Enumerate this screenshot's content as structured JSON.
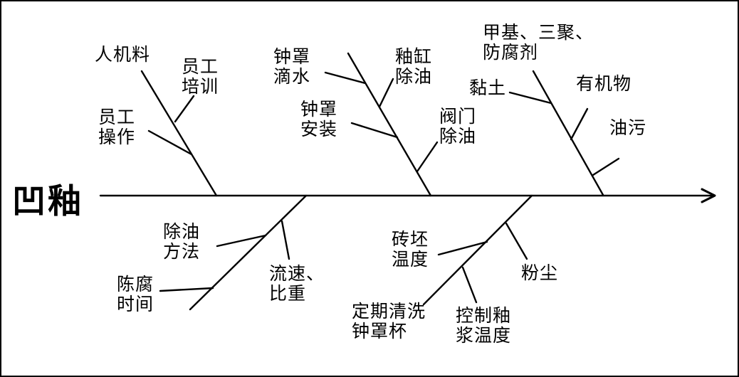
{
  "diagram": {
    "type": "fishbone",
    "problem": "凹釉",
    "spine_direction": "left-to-right",
    "branches": [
      {
        "category": "人机料",
        "side": "top",
        "causes": [
          "员工培训",
          "员工操作"
        ]
      },
      {
        "category": "",
        "side": "top",
        "causes": [
          "钟罩滴水",
          "釉缸除油",
          "钟罩安装",
          "阀门除油"
        ]
      },
      {
        "category": "甲基、三聚、防腐剂",
        "side": "top",
        "causes": [
          "黏土",
          "有机物",
          "油污"
        ]
      },
      {
        "category": "",
        "side": "bottom",
        "causes": [
          "除油方法",
          "陈腐时间",
          "流速、比重"
        ]
      },
      {
        "category": "",
        "side": "bottom",
        "causes": [
          "砖坯温度",
          "粉尘",
          "定期清洗钟罩杯",
          "控制釉浆温度"
        ]
      }
    ]
  },
  "labels": {
    "head": "凹釉",
    "renjiliao": "人机料",
    "yuangong_peixun": "员工\n培训",
    "yuangong_caozuo": "员工\n操作",
    "zhongzhao_dishui": "钟罩\n滴水",
    "yougang_chuyou": "釉缸\n除油",
    "zhongzhao_anzhuang": "钟罩\n安装",
    "famen_chuyou": "阀门\n除油",
    "jiaji_sanju": "甲基、三聚、\n防腐剂",
    "niantu": "黏土",
    "youjiwu": "有机物",
    "youwu": "油污",
    "chuyou_fangfa": "除油\n方法",
    "chenfu_shijian": "陈腐\n时间",
    "liusu_bizhong": "流速、\n比重",
    "zhuanpi_wendu": "砖坯\n温度",
    "dingqi_qingxi": "定期清洗\n钟罩杯",
    "kongzhi_youjiang": "控制釉\n浆温度",
    "fenchen": "粉尘"
  },
  "colors": {
    "background": "#ffffff",
    "line": "#000000",
    "text": "#000000",
    "border": "#000000"
  }
}
